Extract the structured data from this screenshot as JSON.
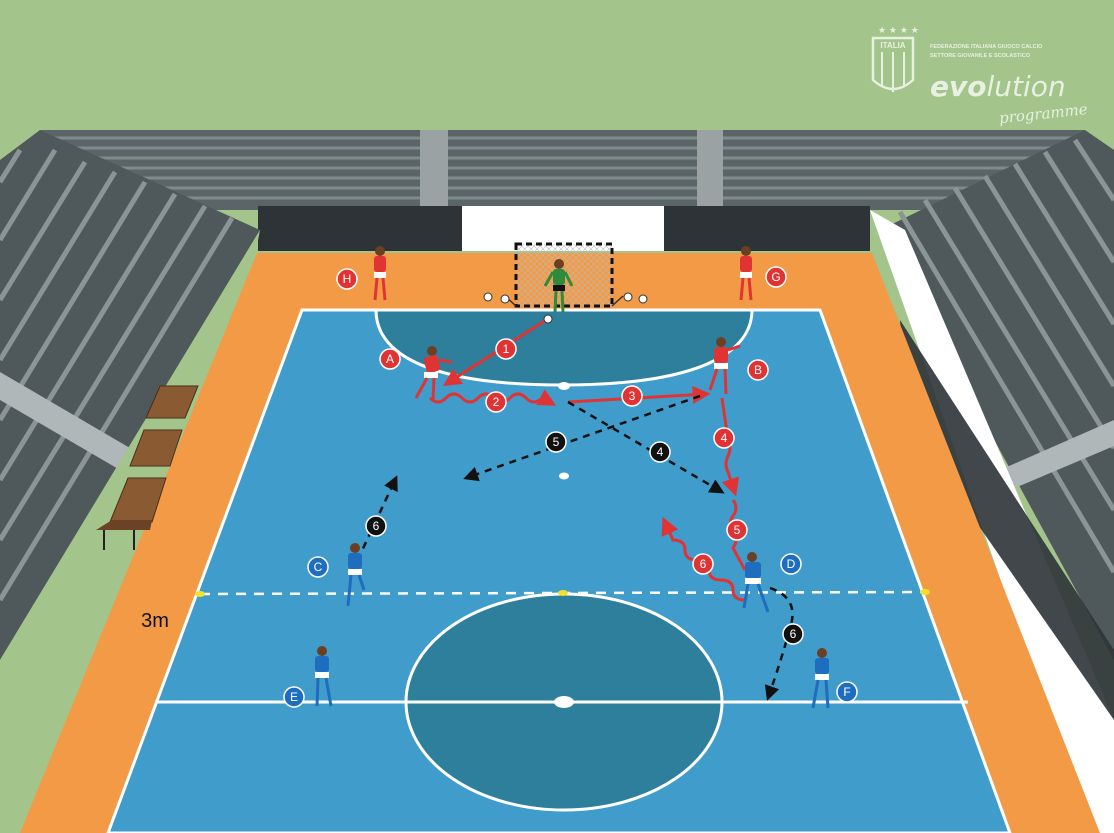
{
  "branding": {
    "crest_text": "ITALIA",
    "federation_line1": "FEDERAZIONE ITALIANA GIUOCO CALCIO",
    "federation_line2": "SETTORE GIOVANILE E SCOLASTICO",
    "logo_word_bold": "evo",
    "logo_word_light": "lution",
    "logo_sub": "programme"
  },
  "court": {
    "distance_label": "3m",
    "colors": {
      "surround": "#f39a46",
      "court": "#3f9ccb",
      "zone": "#2d7f9c",
      "line": "#ffffff",
      "outside": "#a3c48a",
      "stands": "#555f63"
    }
  },
  "players": [
    {
      "label": "A",
      "team": "red",
      "icon": "player-red-icon"
    },
    {
      "label": "B",
      "team": "red",
      "icon": "player-red-icon"
    },
    {
      "label": "G",
      "team": "red",
      "icon": "player-red-icon"
    },
    {
      "label": "H",
      "team": "red",
      "icon": "player-red-icon"
    },
    {
      "label": "C",
      "team": "blue",
      "icon": "player-blue-icon"
    },
    {
      "label": "D",
      "team": "blue",
      "icon": "player-blue-icon"
    },
    {
      "label": "E",
      "team": "blue",
      "icon": "player-blue-icon"
    },
    {
      "label": "F",
      "team": "blue",
      "icon": "player-blue-icon"
    }
  ],
  "goalkeeper": {
    "icon": "goalkeeper-icon"
  },
  "sequence": [
    {
      "step": "1",
      "team": "red",
      "type": "pass"
    },
    {
      "step": "2",
      "team": "red",
      "type": "dribble"
    },
    {
      "step": "3",
      "team": "red",
      "type": "pass"
    },
    {
      "step": "4",
      "team": "red",
      "type": "dribble"
    },
    {
      "step": "5",
      "team": "red",
      "type": "dribble"
    },
    {
      "step": "6",
      "team": "red",
      "type": "dribble"
    },
    {
      "step": "4",
      "team": "black",
      "type": "run"
    },
    {
      "step": "5",
      "team": "black",
      "type": "run"
    },
    {
      "step": "6",
      "team": "black",
      "type": "run"
    },
    {
      "step": "6",
      "team": "black",
      "type": "run"
    }
  ],
  "colors": {
    "red": "#e03434",
    "blue": "#1f6dbf",
    "black": "#111111"
  }
}
